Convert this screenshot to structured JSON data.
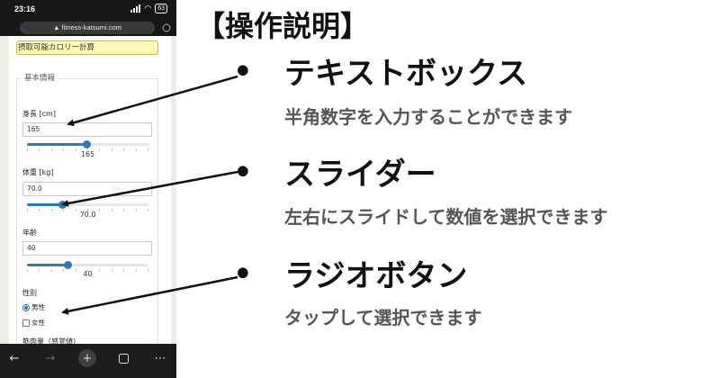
{
  "status_bar": {
    "time": "23:16",
    "battery": "63"
  },
  "browser": {
    "url": "fitness-katsumi.com"
  },
  "page": {
    "title": "摂取可能カロリー計算",
    "section_legend": "基本情報",
    "height": {
      "label": "身長 [cm]",
      "value": "165",
      "slider_display": "165",
      "slider_fraction": 0.49
    },
    "weight": {
      "label": "体重 [kg]",
      "value": "70.0",
      "slider_display": "70.0",
      "slider_fraction": 0.29
    },
    "age": {
      "label": "年齢",
      "value": "40",
      "slider_display": "40",
      "slider_fraction": 0.34
    },
    "gender": {
      "label": "性別",
      "options": [
        {
          "label": "男性",
          "selected": true
        },
        {
          "label": "女性",
          "selected": false
        }
      ]
    },
    "next_label_partial": "筋肉量（感覚値）"
  },
  "colors": {
    "accent": "#2c7bb6",
    "title_highlight": "#fff8b0"
  },
  "explanation": {
    "heading": "【操作説明】",
    "bullet_glyph": "•",
    "items": [
      {
        "title": "テキストボックス",
        "description": "半角数字を入力することができます"
      },
      {
        "title": "スライダー",
        "description": "左右にスライドして数値を選択できます"
      },
      {
        "title": "ラジオボタン",
        "description": "タップして選択できます"
      }
    ]
  }
}
